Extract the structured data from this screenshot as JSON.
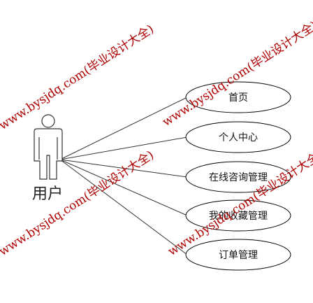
{
  "actor": {
    "name": "用户"
  },
  "use_cases": [
    {
      "label": "首页"
    },
    {
      "label": "个人中心"
    },
    {
      "label": "在线咨询管理"
    },
    {
      "label": "我的收藏管理"
    },
    {
      "label": "订单管理"
    }
  ],
  "watermark": {
    "text": "www.bysjdq.com(毕业设计大全)",
    "color": "#b00000"
  },
  "colors": {
    "line": "#333333",
    "ellipse_stroke": "#000000"
  }
}
